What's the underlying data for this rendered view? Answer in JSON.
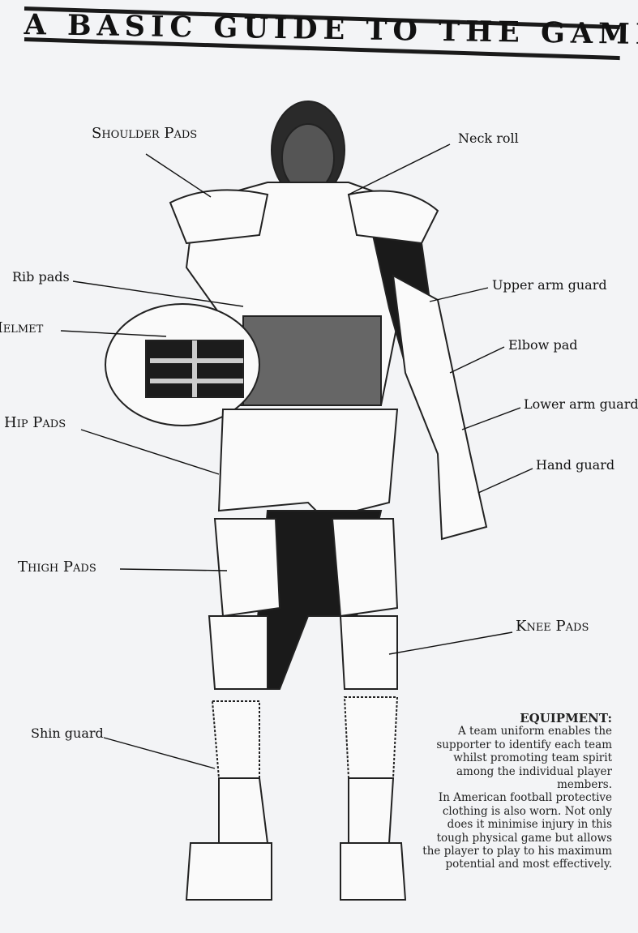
{
  "title": "A BASIC GUIDE TO THE GAME",
  "labels": {
    "shoulder_pads": "Shoulder Pads",
    "neck_roll": "Neck roll",
    "rib_pads": "Rib pads",
    "helmet": "Helmet",
    "upper_arm_guard": "Upper arm guard",
    "elbow_pad": "Elbow pad",
    "lower_arm_guard": "Lower arm guard",
    "hand_guard": "Hand guard",
    "hip_pads": "Hip Pads",
    "thigh_pads": "Thigh Pads",
    "knee_pads": "Knee Pads",
    "shin_guard": "Shin guard"
  },
  "equipment": {
    "heading": "EQUIPMENT:",
    "para1": "A team uniform enables the supporter to identify each team whilst promoting team spirit among the individual player members.",
    "para2": "In American football protective clothing is also worn. Not only does it minimise injury in this tough physical game but allows the player to play to his maximum potential and most effectively."
  }
}
